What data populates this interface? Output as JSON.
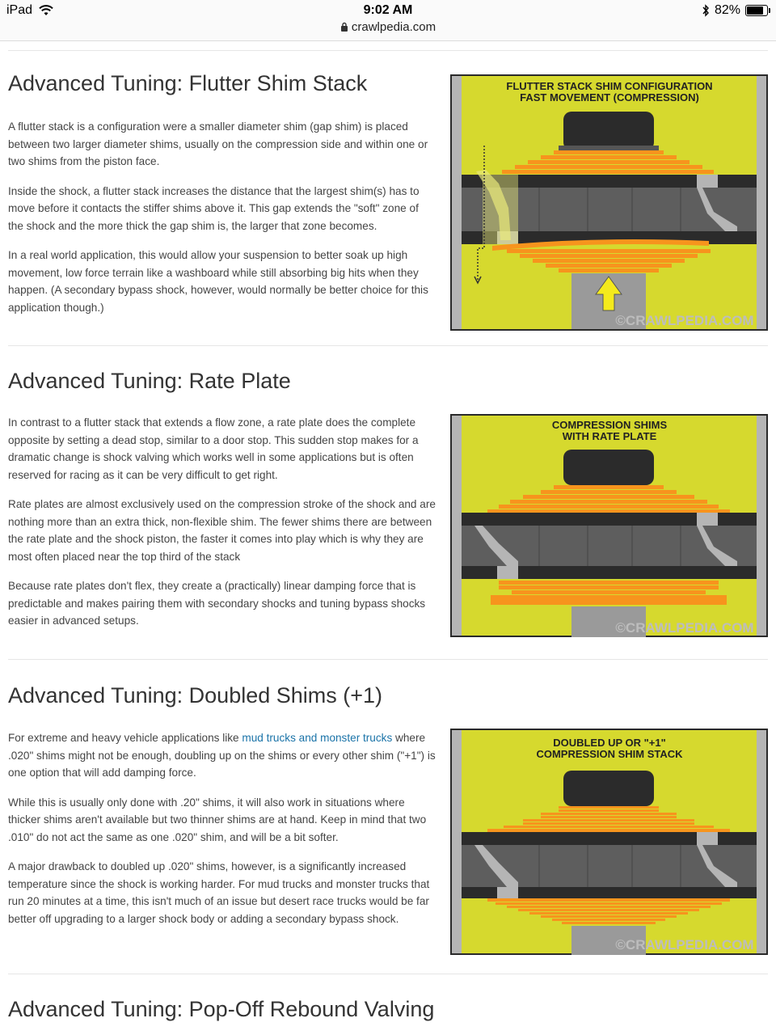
{
  "status_bar": {
    "device": "iPad",
    "time": "9:02 AM",
    "url": "crawlpedia.com",
    "battery": "82%",
    "battery_level": 0.82
  },
  "sections": [
    {
      "title": "Advanced Tuning: Flutter Shim Stack",
      "paragraphs": [
        "A flutter stack is a configuration were a smaller diameter shim (gap shim) is placed between two larger diameter shims, usually on the compression side and within one or two shims from the piston face.",
        "Inside the shock, a flutter stack increases the distance that the largest shim(s) has to move before it contacts the stiffer shims above it. This gap extends the \"soft\" zone of the shock and the more thick the gap shim is, the larger that zone becomes.",
        "In a real world application, this would allow your suspension to better soak up high movement, low force terrain like a washboard while still absorbing big hits when they happen. (A secondary bypass shock, however, would normally be better choice for this application though.)"
      ],
      "diagram": {
        "title_line1": "FLUTTER STACK SHIM CONFIGURATION",
        "title_line2": "FAST MOVEMENT (COMPRESSION)",
        "watermark": "©CRAWLPEDIA.COM"
      }
    },
    {
      "title": "Advanced Tuning: Rate Plate",
      "paragraphs": [
        "In contrast to a flutter stack that extends a flow zone, a rate plate does the complete opposite by setting a dead stop, similar to a door stop. This sudden stop makes for a dramatic change is shock valving which works well in some applications but is often reserved for racing as it can be very difficult to get right.",
        "Rate plates are almost exclusively used on the compression stroke of the shock and are nothing more than an extra thick, non-flexible shim. The fewer shims there are between the rate plate and the shock piston, the faster it comes into play which is why they are most often placed near the top third of the stack",
        "Because rate plates don't flex, they create a (practically) linear damping force that is predictable and makes pairing them with secondary shocks and tuning bypass shocks easier in advanced setups."
      ],
      "diagram": {
        "title_line1": "COMPRESSION SHIMS",
        "title_line2": "WITH RATE PLATE",
        "watermark": "©CRAWLPEDIA.COM"
      }
    },
    {
      "title": "Advanced Tuning: Doubled Shims (+1)",
      "p1_before": "For extreme and heavy vehicle applications like ",
      "p1_link": "mud trucks and monster trucks",
      "p1_after": " where .020\" shims might not be enough, doubling up on the shims or every other shim (\"+1\") is one option that will add damping force.",
      "paragraphs": [
        "While this is usually only done with .20\" shims, it will also work in situations where thicker shims aren't available but two thinner shims are at hand. Keep in mind that two .010\" do not act the same as one .020\" shim, and will be a bit softer.",
        "A major drawback to doubled up .020\" shims, however, is a significantly increased temperature since the shock is working harder. For mud trucks and monster trucks that run 20 minutes at a time, this isn't much of an issue but desert race trucks would be far better off upgrading to a larger shock body or adding a secondary bypass shock."
      ],
      "diagram": {
        "title_line1": "DOUBLED UP OR \"+1\"",
        "title_line2": "COMPRESSION SHIM STACK",
        "watermark": "©CRAWLPEDIA.COM"
      }
    },
    {
      "title": "Advanced Tuning: Pop-Off Rebound Valving"
    }
  ],
  "colors": {
    "diagram_bg": "#d6d92e",
    "shim_orange": "#f7941d",
    "piston_dark": "#2b2b2b",
    "piston_gray": "#5e5e5e",
    "link": "#1a73a8",
    "arrow_yellow": "#f4ea1c"
  }
}
